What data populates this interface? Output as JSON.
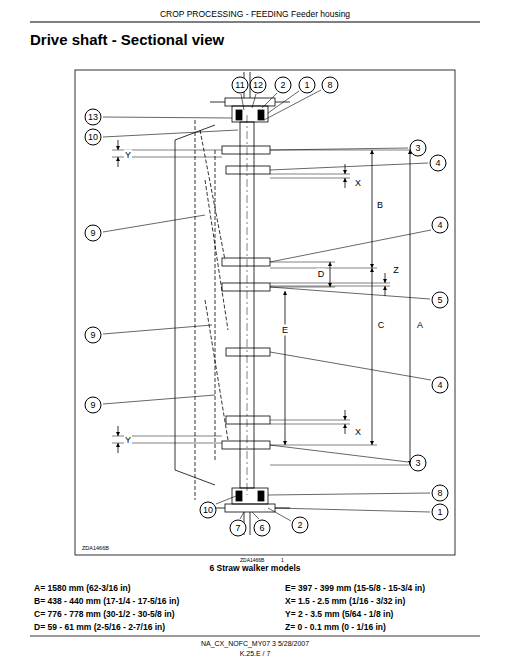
{
  "diagram": {
    "title": "Drive shaft - Sectional view",
    "caption": "6 Straw walker models",
    "labels": [
      "CROP PROCESSING - FEEDING Feeder housing",
      "11",
      "12",
      "2",
      "1",
      "8",
      "13",
      "10",
      "3",
      "4",
      "4",
      "5",
      "4",
      "3",
      "8",
      "1",
      "9",
      "9",
      "9",
      "10",
      "7",
      "6",
      "2",
      "Y",
      "X",
      "B",
      "D",
      "Z",
      "E",
      "A",
      "C",
      "X",
      "Y",
      "ZDA1466B",
      "ZDA1466B",
      "1",
      "A= 1580 mm (62-3/16 in)",
      "B= 438 - 440 mm (17-1/4 - 17-5/16 in)",
      "C= 776 - 778 mm (30-1/2 - 30-5/8 in)",
      "D= 59 - 61 mm (2-5/16 - 2-7/16 in)",
      "E= 397 - 399 mm (15-5/8 - 15-3/4 in)",
      "X= 1.5 - 2.5 mm (1/16 - 3/32 in)",
      "Y= 2 - 3.5 mm (5/64 - 1/8 in)",
      "Z= 0 - 0.1 mm (0 - 1/16 in)",
      "NA_CX_NOFC_MY07 3 5/28/2007",
      "K.25.E / 7"
    ]
  }
}
